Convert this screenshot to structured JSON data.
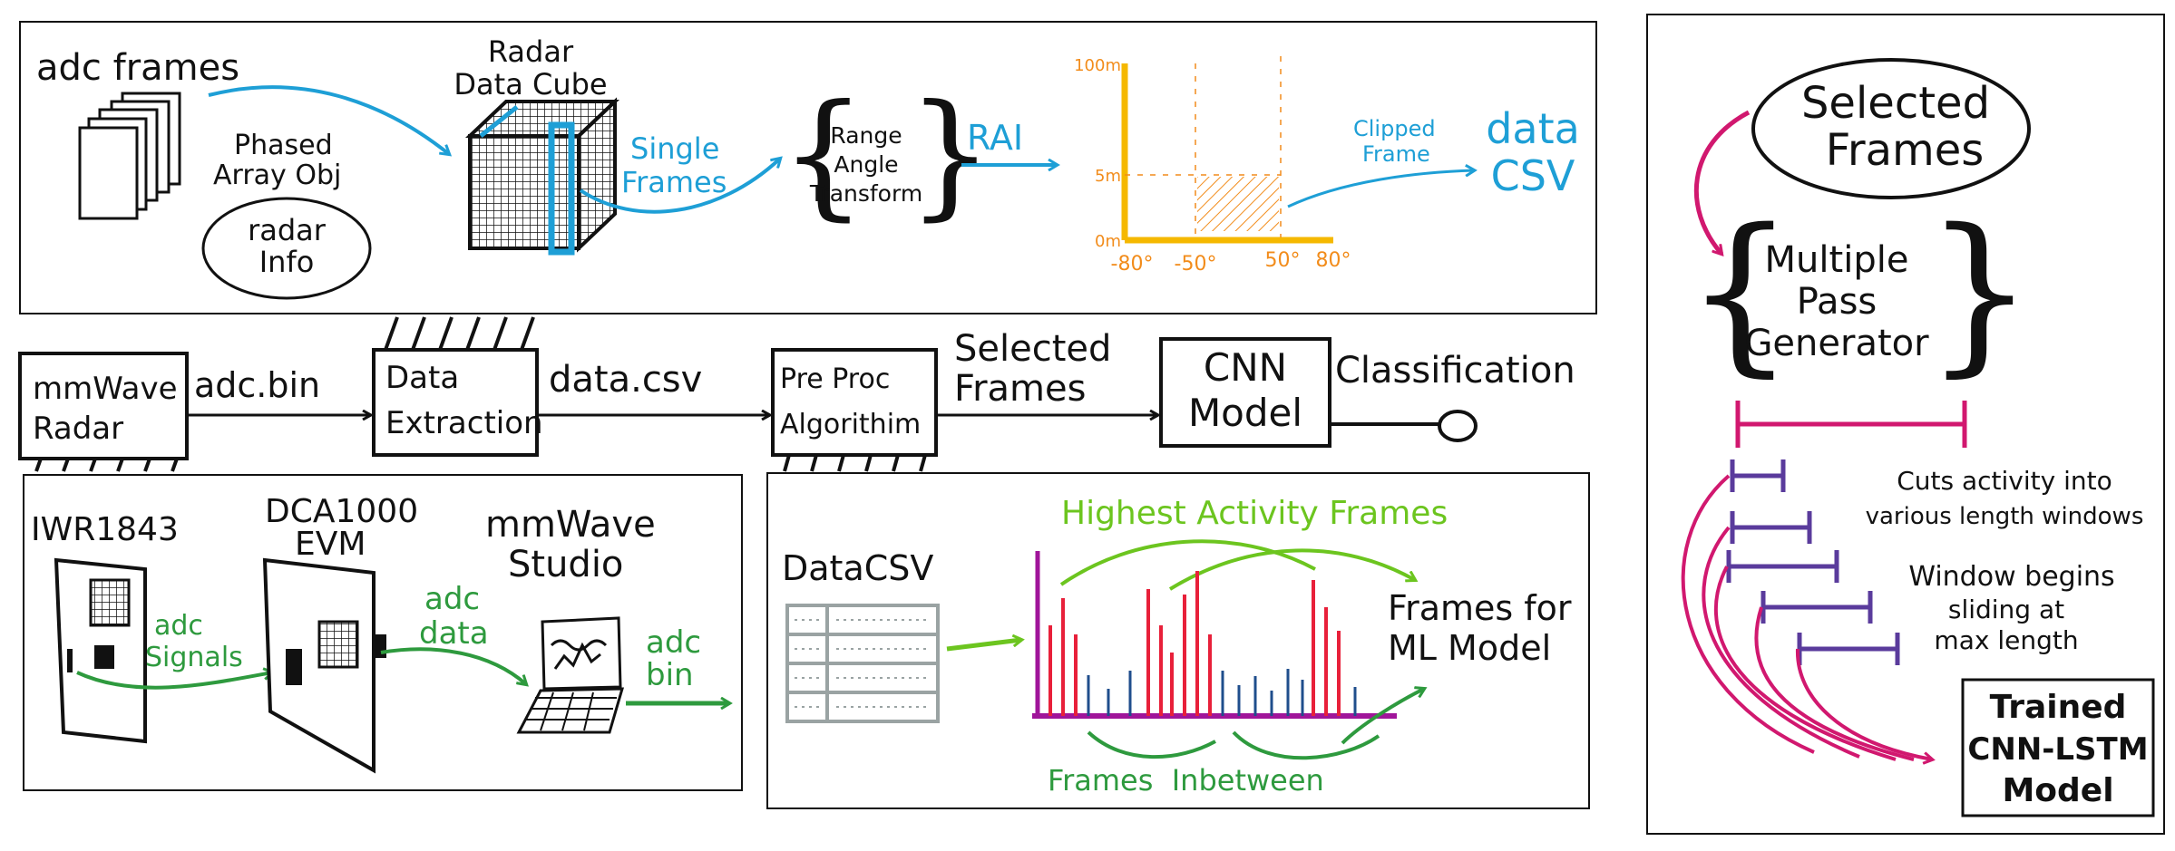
{
  "colors": {
    "ink": "#111111",
    "blue": "#1e9fd6",
    "orange": "#f28c1b",
    "axis_yellow": "#f5b800",
    "green": "#2e9a3e",
    "lime": "#6cc51f",
    "magenta": "#d1186f",
    "purple": "#5a3b9c",
    "red": "#e8203a",
    "navy": "#1f4e8c",
    "grey": "#9aa3a3"
  },
  "top_panel": {
    "adc_frames": "adc frames",
    "radar_data_cube": [
      "Radar",
      "Data Cube"
    ],
    "phased_array_obj": [
      "Phased",
      "Array Obj"
    ],
    "radar_info": [
      "radar",
      "Info"
    ],
    "single_frames": [
      "Single",
      "Frames"
    ],
    "range_angle_transform": [
      "Range",
      "Angle",
      "Transform"
    ],
    "rai": "RAI",
    "plot": {
      "y_ticks": [
        "100m",
        "5m",
        "0m"
      ],
      "x_ticks": [
        "-80°",
        "-50°",
        "50°",
        "80°"
      ]
    },
    "clipped_frame": [
      "Clipped",
      "Frame"
    ],
    "data_csv": [
      "data",
      "CSV"
    ]
  },
  "pipeline": {
    "mmwave_radar": [
      "mmWave",
      "Radar"
    ],
    "adc_bin": "adc.bin",
    "data_extraction": [
      "Data",
      "Extraction"
    ],
    "data_csv": "data.csv",
    "pre_proc": [
      "Pre Proc",
      "Algorithim"
    ],
    "selected_frames": [
      "Selected",
      "Frames"
    ],
    "cnn_model": [
      "CNN",
      "Model"
    ],
    "classification": "Classification"
  },
  "hardware_panel": {
    "iwr1843": "IWR1843",
    "dca1000": [
      "DCA1000",
      "EVM"
    ],
    "mmwave_studio": [
      "mmWave",
      "Studio"
    ],
    "adc_signals": [
      "adc",
      "Signals"
    ],
    "adc_data": [
      "adc",
      "data"
    ],
    "adc_bin": [
      "adc",
      "bin"
    ]
  },
  "preproc_panel": {
    "data_csv": "DataCSV",
    "highest_activity": "Highest Activity Frames",
    "frames_for_ml": [
      "Frames for",
      "ML Model"
    ],
    "frames_inbetween": "Frames  Inbetween"
  },
  "right_panel": {
    "selected_frames": [
      "Selected",
      "Frames"
    ],
    "multiple_pass": [
      "Multiple",
      "Pass",
      "Generator"
    ],
    "cuts_activity": [
      "Cuts activity into",
      "various length windows"
    ],
    "window_begins": [
      "Window begins",
      "sliding at",
      "max length"
    ],
    "trained_model": [
      "Trained",
      "CNN-LSTM",
      "Model"
    ]
  }
}
